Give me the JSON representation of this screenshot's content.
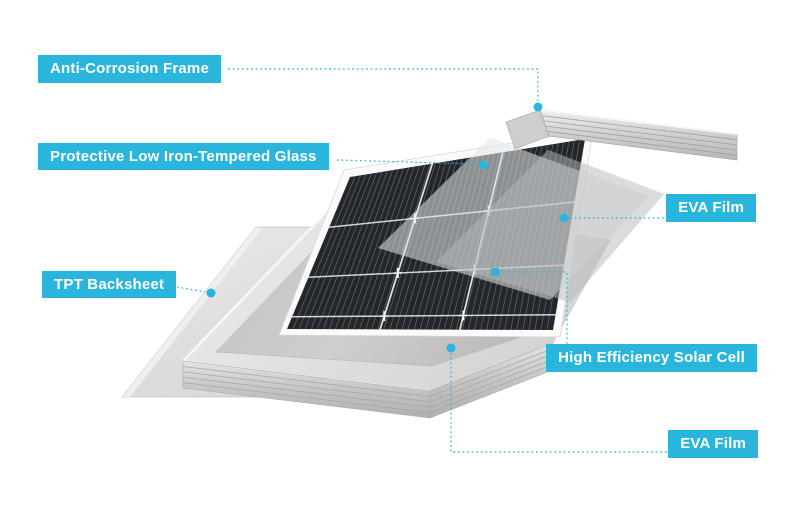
{
  "colors": {
    "accent": "#2ab5dc",
    "label_text": "#ffffff",
    "panel_black": "#23272b",
    "aluminum": "#d9d8d6",
    "background": "#ffffff"
  },
  "labels": [
    {
      "id": "anti-corrosion-frame",
      "text": "Anti-Corrosion Frame"
    },
    {
      "id": "tempered-glass",
      "text": "Protective Low Iron-Tempered Glass"
    },
    {
      "id": "eva-film-top",
      "text": "EVA Film"
    },
    {
      "id": "tpt-backsheet",
      "text": "TPT Backsheet"
    },
    {
      "id": "solar-cell",
      "text": "High Efficiency Solar Cell"
    },
    {
      "id": "eva-film-bottom",
      "text": "EVA Film"
    }
  ]
}
